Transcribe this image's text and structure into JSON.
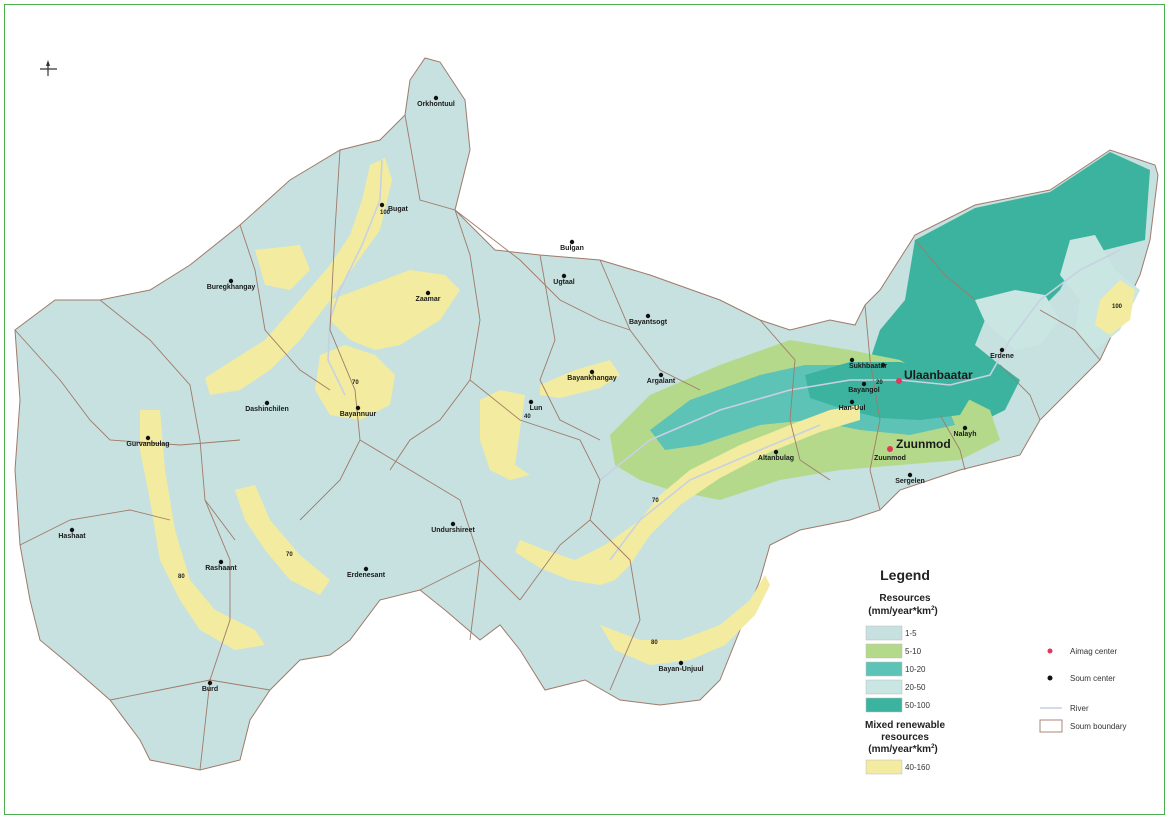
{
  "colors": {
    "r1_5": "#c6e1df",
    "r5_10": "#b5d98a",
    "r10_20": "#5dc3b6",
    "r20_50": "#c9e6e3",
    "r50_100": "#3cb39f",
    "mixed": "#f3eca0",
    "boundary": "#a07a6a",
    "river": "#c7d1e2",
    "aimag": "#e0395a",
    "soum": "#111111"
  },
  "places": [
    {
      "name": "Orkhontuul"
    },
    {
      "name": "Bugat"
    },
    {
      "name": "Bulgan"
    },
    {
      "name": "Buregkhangay"
    },
    {
      "name": "Zaamar"
    },
    {
      "name": "Ugtaal"
    },
    {
      "name": "Bayantsogt"
    },
    {
      "name": "Bayankhangay"
    },
    {
      "name": "Argalant"
    },
    {
      "name": "Lun"
    },
    {
      "name": "Dashinchilen"
    },
    {
      "name": "Bayannuur"
    },
    {
      "name": "Gurvanbulag"
    },
    {
      "name": "Hashaat"
    },
    {
      "name": "Rashaant"
    },
    {
      "name": "Erdenesant"
    },
    {
      "name": "Undurshireet"
    },
    {
      "name": "Altanbulag"
    },
    {
      "name": "Bayan-Unjuul"
    },
    {
      "name": "Burd"
    },
    {
      "name": "Sukhbaatar"
    },
    {
      "name": "Bayangol"
    },
    {
      "name": "Han-Uul"
    },
    {
      "name": "Zuunmod"
    },
    {
      "name": "Nalayh"
    },
    {
      "name": "Sergelen"
    },
    {
      "name": "Erdene"
    }
  ],
  "cities": {
    "ulaanbaatar": "Ulaanbaatar",
    "zuunmod": "Zuunmod"
  },
  "zone_labels": [
    "100",
    "70",
    "40",
    "70",
    "80",
    "70",
    "80",
    "20",
    "100"
  ],
  "legend": {
    "title": "Legend",
    "resources_heading_line1": "Resources",
    "resources_heading_line2": "(mm/year*km",
    "resources_heading_sup": "2",
    "resources_heading_end": ")",
    "classes": [
      {
        "label": "1-5",
        "color": "#c6e1df"
      },
      {
        "label": "5-10",
        "color": "#b5d98a"
      },
      {
        "label": "10-20",
        "color": "#5dc3b6"
      },
      {
        "label": "20-50",
        "color": "#c9e6e3"
      },
      {
        "label": "50-100",
        "color": "#3cb39f"
      }
    ],
    "mixed_heading_line1": "Mixed renewable",
    "mixed_heading_line2": "resources",
    "mixed_heading_line3": "(mm/year*km",
    "mixed_heading_sup": "2",
    "mixed_heading_end": ")",
    "mixed_class": {
      "label": "40-160",
      "color": "#f3eca0"
    }
  },
  "symbols": {
    "aimag_center": "Aimag center",
    "soum_center": "Soum center",
    "river": "River",
    "soum_boundary": "Soum boundary"
  },
  "icons": {
    "north_arrow": "north-arrow-icon"
  }
}
